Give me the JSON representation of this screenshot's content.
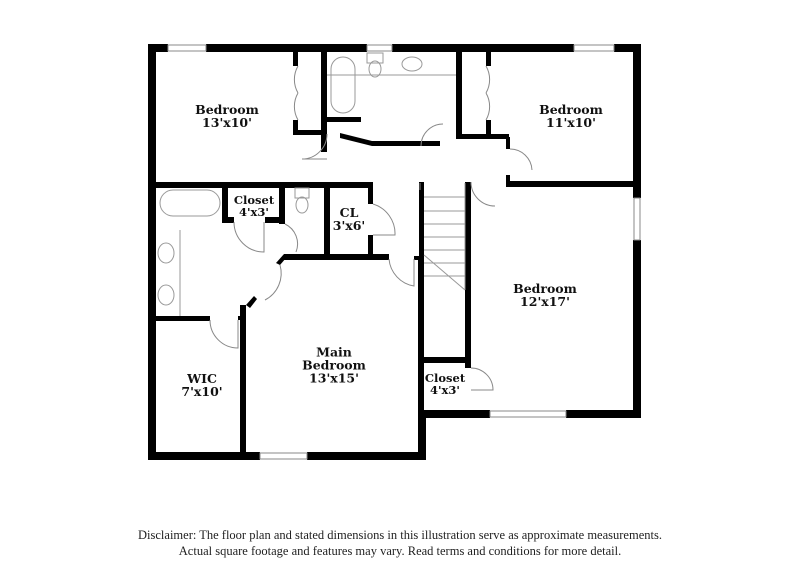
{
  "floor_plan": {
    "rooms": [
      {
        "name": "Bedroom",
        "dims": "13'x10'"
      },
      {
        "name": "Bedroom",
        "dims": "11'x10'"
      },
      {
        "name": "Closet",
        "dims": "4'x3'"
      },
      {
        "name": "CL",
        "dims": "3'x6'"
      },
      {
        "name": "Bedroom",
        "dims": "12'x17'"
      },
      {
        "name": "Main Bedroom",
        "name_line1": "Main",
        "name_line2": "Bedroom",
        "dims": "13'x15'"
      },
      {
        "name": "WIC",
        "dims": "7'x10'"
      },
      {
        "name": "Closet",
        "dims": "4'x3'"
      }
    ],
    "colors": {
      "wall": "#000000",
      "fixture": "#999999",
      "background": "#ffffff"
    }
  },
  "disclaimer": {
    "line1": "Disclaimer: The floor plan and stated dimensions in this illustration serve as approximate measurements.",
    "line2": "Actual square footage and features may vary. Read terms and conditions for more detail."
  }
}
